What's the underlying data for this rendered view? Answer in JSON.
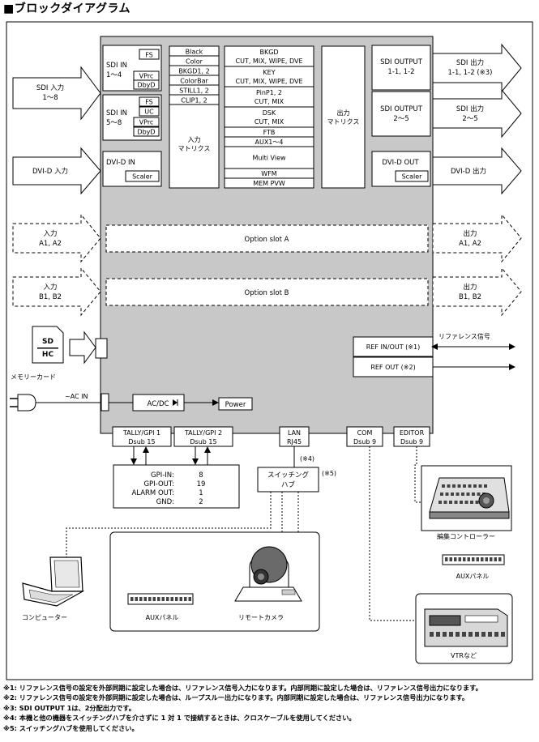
{
  "title": "■ブロックダイアグラム",
  "inputs": {
    "sdi": [
      "SDI 入力",
      "1～8"
    ],
    "dvi": "DVI-D 入力",
    "opt_a": [
      "入力",
      "A1, A2"
    ],
    "opt_b": [
      "入力",
      "B1, B2"
    ],
    "memory_card": "メモリーカード",
    "ac_in": "~AC IN"
  },
  "sdi_in_1": {
    "label": [
      "SDI IN",
      "1～4"
    ],
    "fs": "FS",
    "vprc": "VPrc",
    "dbyd": "DbyD"
  },
  "sdi_in_2": {
    "label": [
      "SDI IN",
      "5～8"
    ],
    "fs": "FS",
    "uc": "UC",
    "vprc": "VPrc",
    "dbyd": "DbyD"
  },
  "dvi_in": {
    "label": "DVI-D IN",
    "scaler": "Scaler"
  },
  "sources": [
    "Black",
    "Color",
    "BKGD1, 2",
    "ColorBar",
    "STILL1, 2",
    "CLIP1, 2"
  ],
  "input_matrix": [
    "入力",
    "マトリクス"
  ],
  "processing": {
    "bkgd": [
      "BKGD",
      "CUT, MIX, WIPE, DVE"
    ],
    "key": [
      "KEY",
      "CUT, MIX, WIPE, DVE"
    ],
    "pinp": [
      "PinP1, 2",
      "CUT, MIX"
    ],
    "dsk": [
      "DSK",
      "CUT, MIX"
    ],
    "ftb": "FTB",
    "aux": "AUX1～4",
    "multiview": "Multi View",
    "wfm": "WFM",
    "mem": "MEM PVW"
  },
  "output_matrix": [
    "出力",
    "マトリクス"
  ],
  "sdi_out_1": [
    "SDI OUTPUT",
    "1-1, 1-2"
  ],
  "sdi_out_2": [
    "SDI OUTPUT",
    "2～5"
  ],
  "dvi_out": {
    "label": "DVI-D OUT",
    "scaler": "Scaler"
  },
  "outputs": {
    "sdi1": [
      "SDI 出力",
      "1-1, 1-2 (※3)"
    ],
    "sdi2": [
      "SDI 出力",
      "2～5"
    ],
    "dvi": "DVI-D 出力",
    "opt_a": [
      "出力",
      "A1, A2"
    ],
    "opt_b": [
      "出力",
      "B1, B2"
    ]
  },
  "option_slot_a": "Option slot A",
  "option_slot_b": "Option slot B",
  "ref_signal": "リファレンス信号",
  "ref_in_out": "REF IN/OUT (※1)",
  "ref_out": "REF OUT (※2)",
  "acdc": "AC/DC",
  "power": "Power",
  "ports": {
    "tally1": [
      "TALLY/GPI 1",
      "Dsub 15"
    ],
    "tally2": [
      "TALLY/GPI 2",
      "Dsub 15"
    ],
    "lan": [
      "LAN",
      "RJ45"
    ],
    "com": [
      "COM",
      "Dsub 9"
    ],
    "editor": [
      "EDITOR",
      "Dsub 9"
    ]
  },
  "lan_note": "(※4)",
  "gpi_table": [
    [
      "GPI-IN:",
      "8"
    ],
    [
      "GPI-OUT:",
      "19"
    ],
    [
      "ALARM OUT:",
      "1"
    ],
    [
      "GND:",
      "2"
    ]
  ],
  "switching_hub": [
    "スイッチング",
    "ハブ"
  ],
  "hub_note": "(※5)",
  "devices": {
    "computer": "コンピューター",
    "aux_panel": "AUXパネル",
    "remote_camera": "リモートカメラ",
    "edit_controller": "編集コントローラー",
    "aux_panel2": "AUXパネル",
    "vtr": "VTRなど"
  },
  "notes": [
    "※1: リファレンス信号の設定を外部同期に設定した場合は、リファレンス信号入力になります。内部同期に設定した場合は、リファレンス信号出力になります。",
    "※2: リファレンス信号の設定を外部同期に設定した場合は、ループスルー出力になります。内部同期に設定した場合は、リファレンス信号出力になります。",
    "※3: SDI OUTPUT 1は、2分配出力です。",
    "※4: 本機と他の機器をスイッチングハブを介さずに 1 対 1 で接続するときは、クロスケーブルを使用してください。",
    "※5: スイッチングハブを使用してください。"
  ]
}
